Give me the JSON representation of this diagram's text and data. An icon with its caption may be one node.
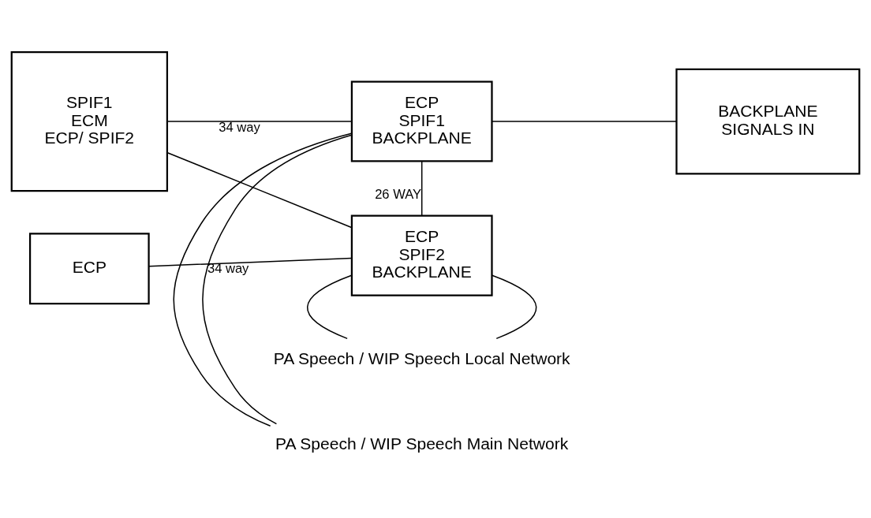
{
  "diagram": {
    "nodes": [
      {
        "text": [
          "SPIF1",
          "ECM",
          "ECP/ SPIF2"
        ]
      },
      {
        "text": [
          "ECP",
          "SPIF1",
          "BACKPLANE"
        ]
      },
      {
        "text": [
          "ECP",
          "SPIF2",
          "BACKPLANE"
        ]
      },
      {
        "text": [
          "BACKPLANE",
          "SIGNALS IN"
        ]
      },
      {
        "text": [
          "ECP"
        ]
      },
      {
        "text": [
          "PA Speech / WIP Speech Main Network"
        ]
      },
      {
        "text": [
          "PA Speech / WIP Speech Local Network"
        ]
      }
    ],
    "edges": [
      {
        "from": 0,
        "to": 1,
        "arrow": "none",
        "label": "34 way"
      },
      {
        "from": 0,
        "to": 2,
        "arrow": "none"
      },
      {
        "from": 4,
        "to": 2,
        "arrow": "none",
        "label": "34 way"
      },
      {
        "from": 1,
        "to": 3,
        "arrow": "none"
      },
      {
        "from": 2,
        "to": 1,
        "arrow": "none",
        "label": "26 WAY"
      },
      {
        "from": 5,
        "to": 1,
        "arrow": "none"
      },
      {
        "from": 5,
        "to": 1,
        "arrow": "none"
      },
      {
        "from": 6,
        "to": 2,
        "arrow": "none"
      },
      {
        "from": 6,
        "to": 2,
        "arrow": "none"
      }
    ]
  }
}
